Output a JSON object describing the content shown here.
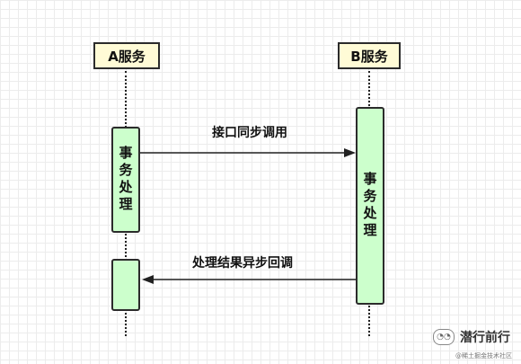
{
  "participants": {
    "a": "A服务",
    "b": "B服务"
  },
  "activations": {
    "a_first": "事务处理",
    "b_main": "事务处理"
  },
  "messages": {
    "sync_call": "接口同步调用",
    "async_callback": "处理结果异步回调"
  },
  "watermark": {
    "brand": "潜行前行",
    "sub": "@稀土掘金技术社区"
  },
  "colors": {
    "participant_fill": "#fffbd6",
    "activation_fill": "#ccffcc",
    "border": "#2b2b2b"
  }
}
